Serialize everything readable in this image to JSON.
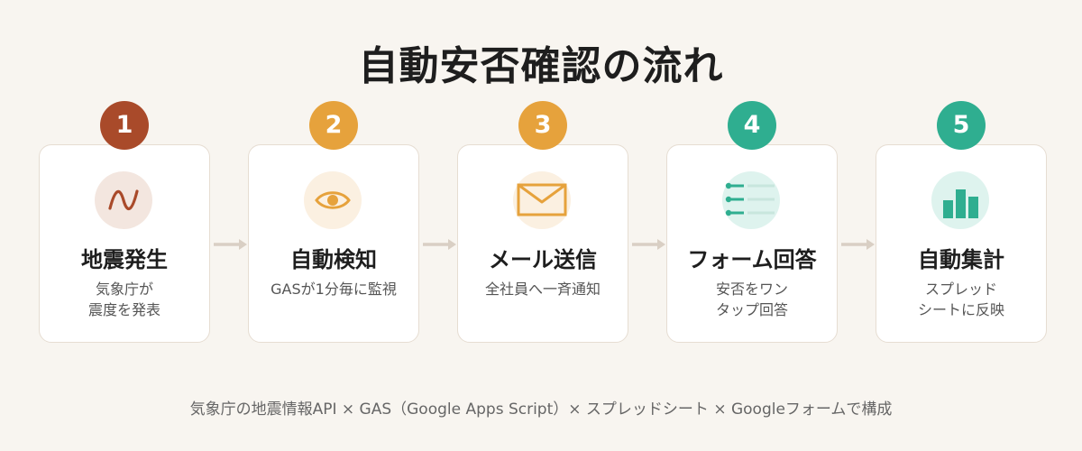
{
  "title": "自動安否確認の流れ",
  "steps": [
    {
      "number": "1",
      "title": "地震発生",
      "desc": [
        "気象庁が",
        "震度を発表"
      ],
      "color": "#a94a2a",
      "icon_bg": "#f3e6df",
      "icon": "wave-icon"
    },
    {
      "number": "2",
      "title": "自動検知",
      "desc": [
        "GASが1分毎に監視"
      ],
      "color": "#e6a23c",
      "icon_bg": "#fbf0e1",
      "icon": "eye-icon"
    },
    {
      "number": "3",
      "title": "メール送信",
      "desc": [
        "全社員へ一斉通知"
      ],
      "color": "#e6a23c",
      "icon_bg": "#fbf0e1",
      "icon": "envelope-icon"
    },
    {
      "number": "4",
      "title": "フォーム回答",
      "desc": [
        "安否をワン",
        "タップ回答"
      ],
      "color": "#2fae90",
      "icon_bg": "#def3ee",
      "icon": "form-list-icon"
    },
    {
      "number": "5",
      "title": "自動集計",
      "desc": [
        "スプレッド",
        "シートに反映"
      ],
      "color": "#2fae90",
      "icon_bg": "#def3ee",
      "icon": "bar-chart-icon"
    }
  ],
  "footer": "気象庁の地震情報API × GAS（Google Apps Script）× スプレッドシート × Googleフォームで構成",
  "colors": {
    "background": "#f8f5f0",
    "card_border": "#e6ddd2",
    "arrow": "#d9cfc4"
  }
}
